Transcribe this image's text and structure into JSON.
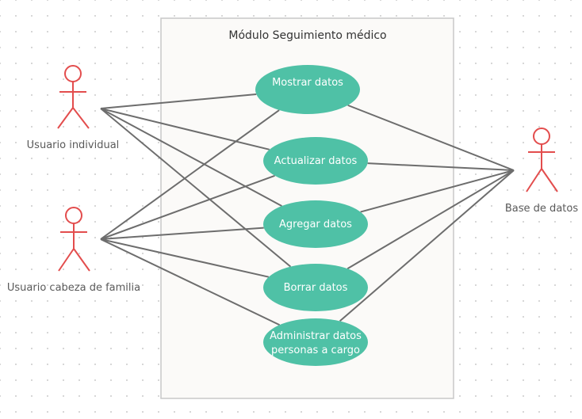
{
  "diagram": {
    "system_title": "Módulo Seguimiento médico",
    "actors": [
      {
        "id": "usuario-individual",
        "label": "Usuario individual"
      },
      {
        "id": "usuario-cabeza-familia",
        "label": "Usuario cabeza de familia"
      },
      {
        "id": "base-datos",
        "label": "Base de datos"
      }
    ],
    "use_cases": [
      {
        "id": "mostrar",
        "lines": [
          "Mostrar datos"
        ]
      },
      {
        "id": "actualizar",
        "lines": [
          "Actualizar datos"
        ]
      },
      {
        "id": "agregar",
        "lines": [
          "Agregar datos"
        ]
      },
      {
        "id": "borrar",
        "lines": [
          "Borrar datos"
        ]
      },
      {
        "id": "administrar",
        "lines": [
          "Administrar datos",
          "personas a cargo"
        ]
      }
    ],
    "associations": [
      [
        "usuario-individual",
        "mostrar"
      ],
      [
        "usuario-individual",
        "actualizar"
      ],
      [
        "usuario-individual",
        "agregar"
      ],
      [
        "usuario-individual",
        "borrar"
      ],
      [
        "usuario-cabeza-familia",
        "mostrar"
      ],
      [
        "usuario-cabeza-familia",
        "actualizar"
      ],
      [
        "usuario-cabeza-familia",
        "agregar"
      ],
      [
        "usuario-cabeza-familia",
        "borrar"
      ],
      [
        "usuario-cabeza-familia",
        "administrar"
      ],
      [
        "mostrar",
        "base-datos"
      ],
      [
        "actualizar",
        "base-datos"
      ],
      [
        "agregar",
        "base-datos"
      ],
      [
        "borrar",
        "base-datos"
      ],
      [
        "administrar",
        "base-datos"
      ]
    ],
    "colors": {
      "use_case_fill": "#4fc1a6",
      "actor_stroke": "#e34d4d",
      "line": "#6d6d6d",
      "use_case_text": "#ffffff"
    }
  }
}
